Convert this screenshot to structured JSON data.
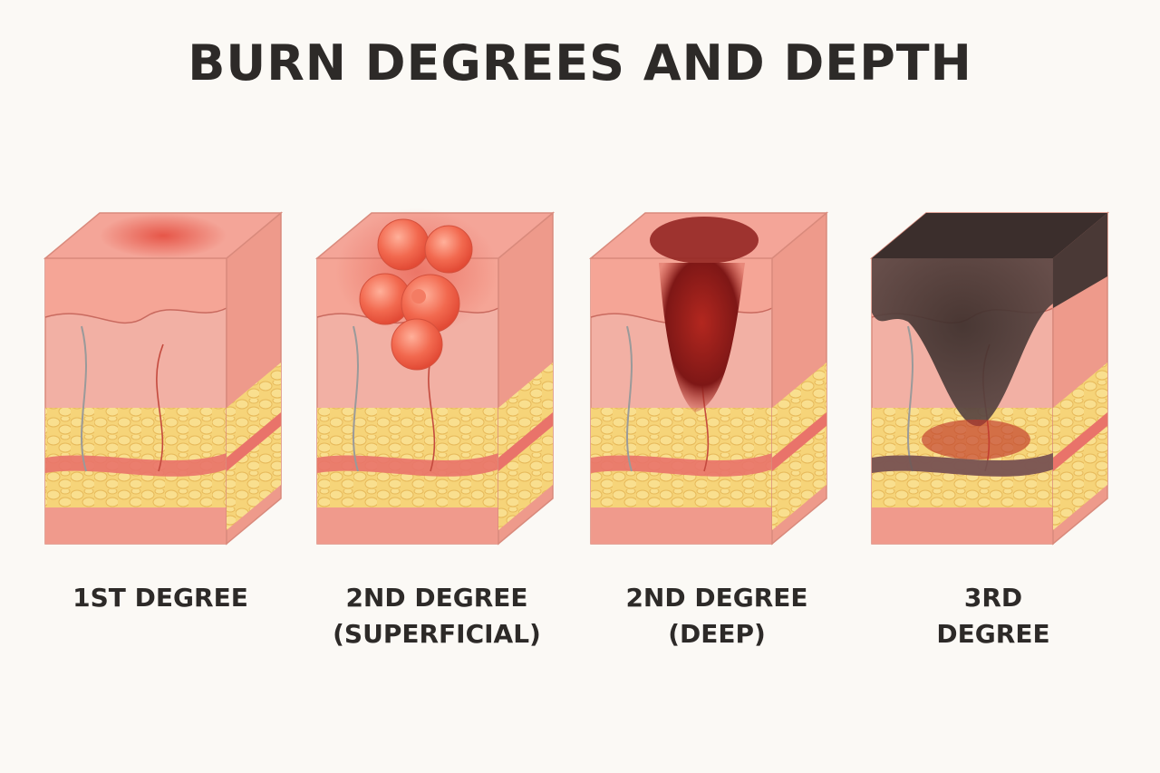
{
  "title": "BURN DEGREES AND DEPTH",
  "panels": [
    {
      "lines": [
        "1ST DEGREE"
      ]
    },
    {
      "lines": [
        "2ND DEGREE",
        "(SUPERFICIAL)"
      ]
    },
    {
      "lines": [
        "2ND DEGREE",
        "(DEEP)"
      ]
    },
    {
      "lines": [
        "3RD",
        "DEGREE"
      ]
    }
  ],
  "colors": {
    "skin_top": "#f4a598",
    "epidermis": "#ef9c8c",
    "dermis": "#f2b0a4",
    "fat": "#f6d479",
    "burn_red": "#e4483a",
    "deep_burn": "#8e1e1c",
    "char": "#3b2e2c"
  }
}
